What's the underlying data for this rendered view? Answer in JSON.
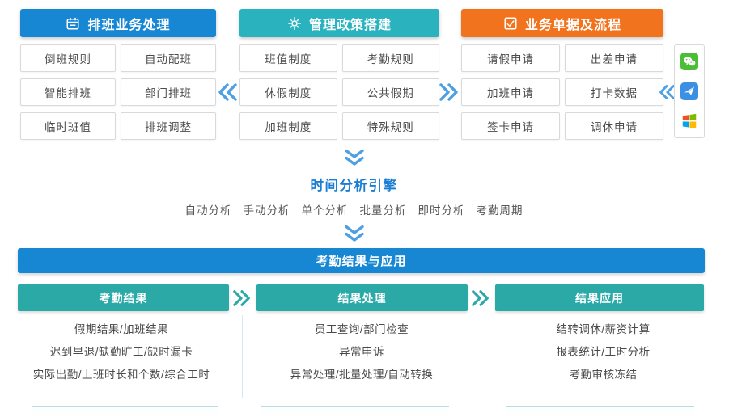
{
  "colors": {
    "primary_blue": "#1786d3",
    "policy_teal": "#2ab3bf",
    "orange": "#f1731e",
    "result_teal": "#2aa9a7",
    "arrow_blue": "#4f9fe3",
    "engine_blue": "#1a7fd4"
  },
  "top_sections": [
    {
      "title": "排班业务处理",
      "icon": "calendar-icon",
      "items": [
        "倒班规则",
        "自动配班",
        "智能排班",
        "部门排班",
        "临时班值",
        "排班调整"
      ]
    },
    {
      "title": "管理政策搭建",
      "icon": "gear-icon",
      "items": [
        "班值制度",
        "考勤规则",
        "休假制度",
        "公共假期",
        "加班制度",
        "特殊规则"
      ]
    },
    {
      "title": "业务单据及流程",
      "icon": "form-icon",
      "items": [
        "请假申请",
        "出差申请",
        "加班申请",
        "打卡数据",
        "签卡申请",
        "调休申请"
      ]
    }
  ],
  "channels": {
    "icons": [
      "wechat-icon",
      "paper-plane-app-icon",
      "windows-icon"
    ]
  },
  "engine": {
    "title": "时间分析引擎",
    "modes": [
      "自动分析",
      "手动分析",
      "单个分析",
      "批量分析",
      "即时分析",
      "考勤周期"
    ]
  },
  "results": {
    "banner": "考勤结果与应用",
    "columns": [
      {
        "title": "考勤结果",
        "items": [
          "假期结果/加班结果",
          "迟到早退/缺勤旷工/缺时漏卡",
          "实际出勤/上班时长和个数/综合工时"
        ]
      },
      {
        "title": "结果处理",
        "items": [
          "员工查询/部门检查",
          "异常申诉",
          "异常处理/批量处理/自动转换"
        ]
      },
      {
        "title": "结果应用",
        "items": [
          "结转调休/薪资计算",
          "报表统计/工时分析",
          "考勤审核冻结"
        ]
      }
    ]
  }
}
